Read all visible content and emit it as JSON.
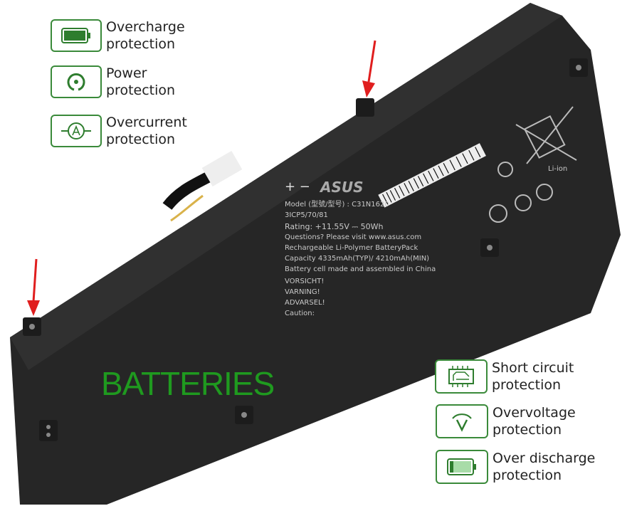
{
  "features_left": [
    {
      "icon": "battery-full-icon",
      "line1": "Overcharge",
      "line2": "protection"
    },
    {
      "icon": "power-icon",
      "line1": "Power",
      "line2": "protection"
    },
    {
      "icon": "ammeter-icon",
      "line1": "Overcurrent",
      "line2": "protection"
    }
  ],
  "features_right": [
    {
      "icon": "circuit-board-icon",
      "line1": "Short circuit",
      "line2": "protection"
    },
    {
      "icon": "voltmeter-icon",
      "line1": "Overvoltage",
      "line2": "protection"
    },
    {
      "icon": "battery-low-icon",
      "line1": "Over discharge",
      "line2": "protection"
    }
  ],
  "battery_label": {
    "brand": "ASUS",
    "rating": "Rating: +11.55V ⎓ 50Wh",
    "questions": "Questions? Please visit www.asus.com",
    "type": "Rechargeable Li-Polymer BatteryPack",
    "capacity": "Capacity 4335mAh(TYP)/ 4210mAh(MIN)",
    "origin": "Battery cell made and assembled in China",
    "model": "Model (型號/型号) : C31N1620",
    "cells": "3ICP5/70/81",
    "warning1": "VORSICHT!",
    "warning2": "VARNING!",
    "warning3": "ADVARSEL!",
    "caution": "Caution:",
    "polarity": "+ −",
    "li_ion": "Li-ion"
  },
  "watermark": "BATTERIES",
  "colors": {
    "accent": "#3a8a3a",
    "battery": "#262626",
    "arrow": "#e01e1e",
    "watermark": "#1f9a1f"
  }
}
